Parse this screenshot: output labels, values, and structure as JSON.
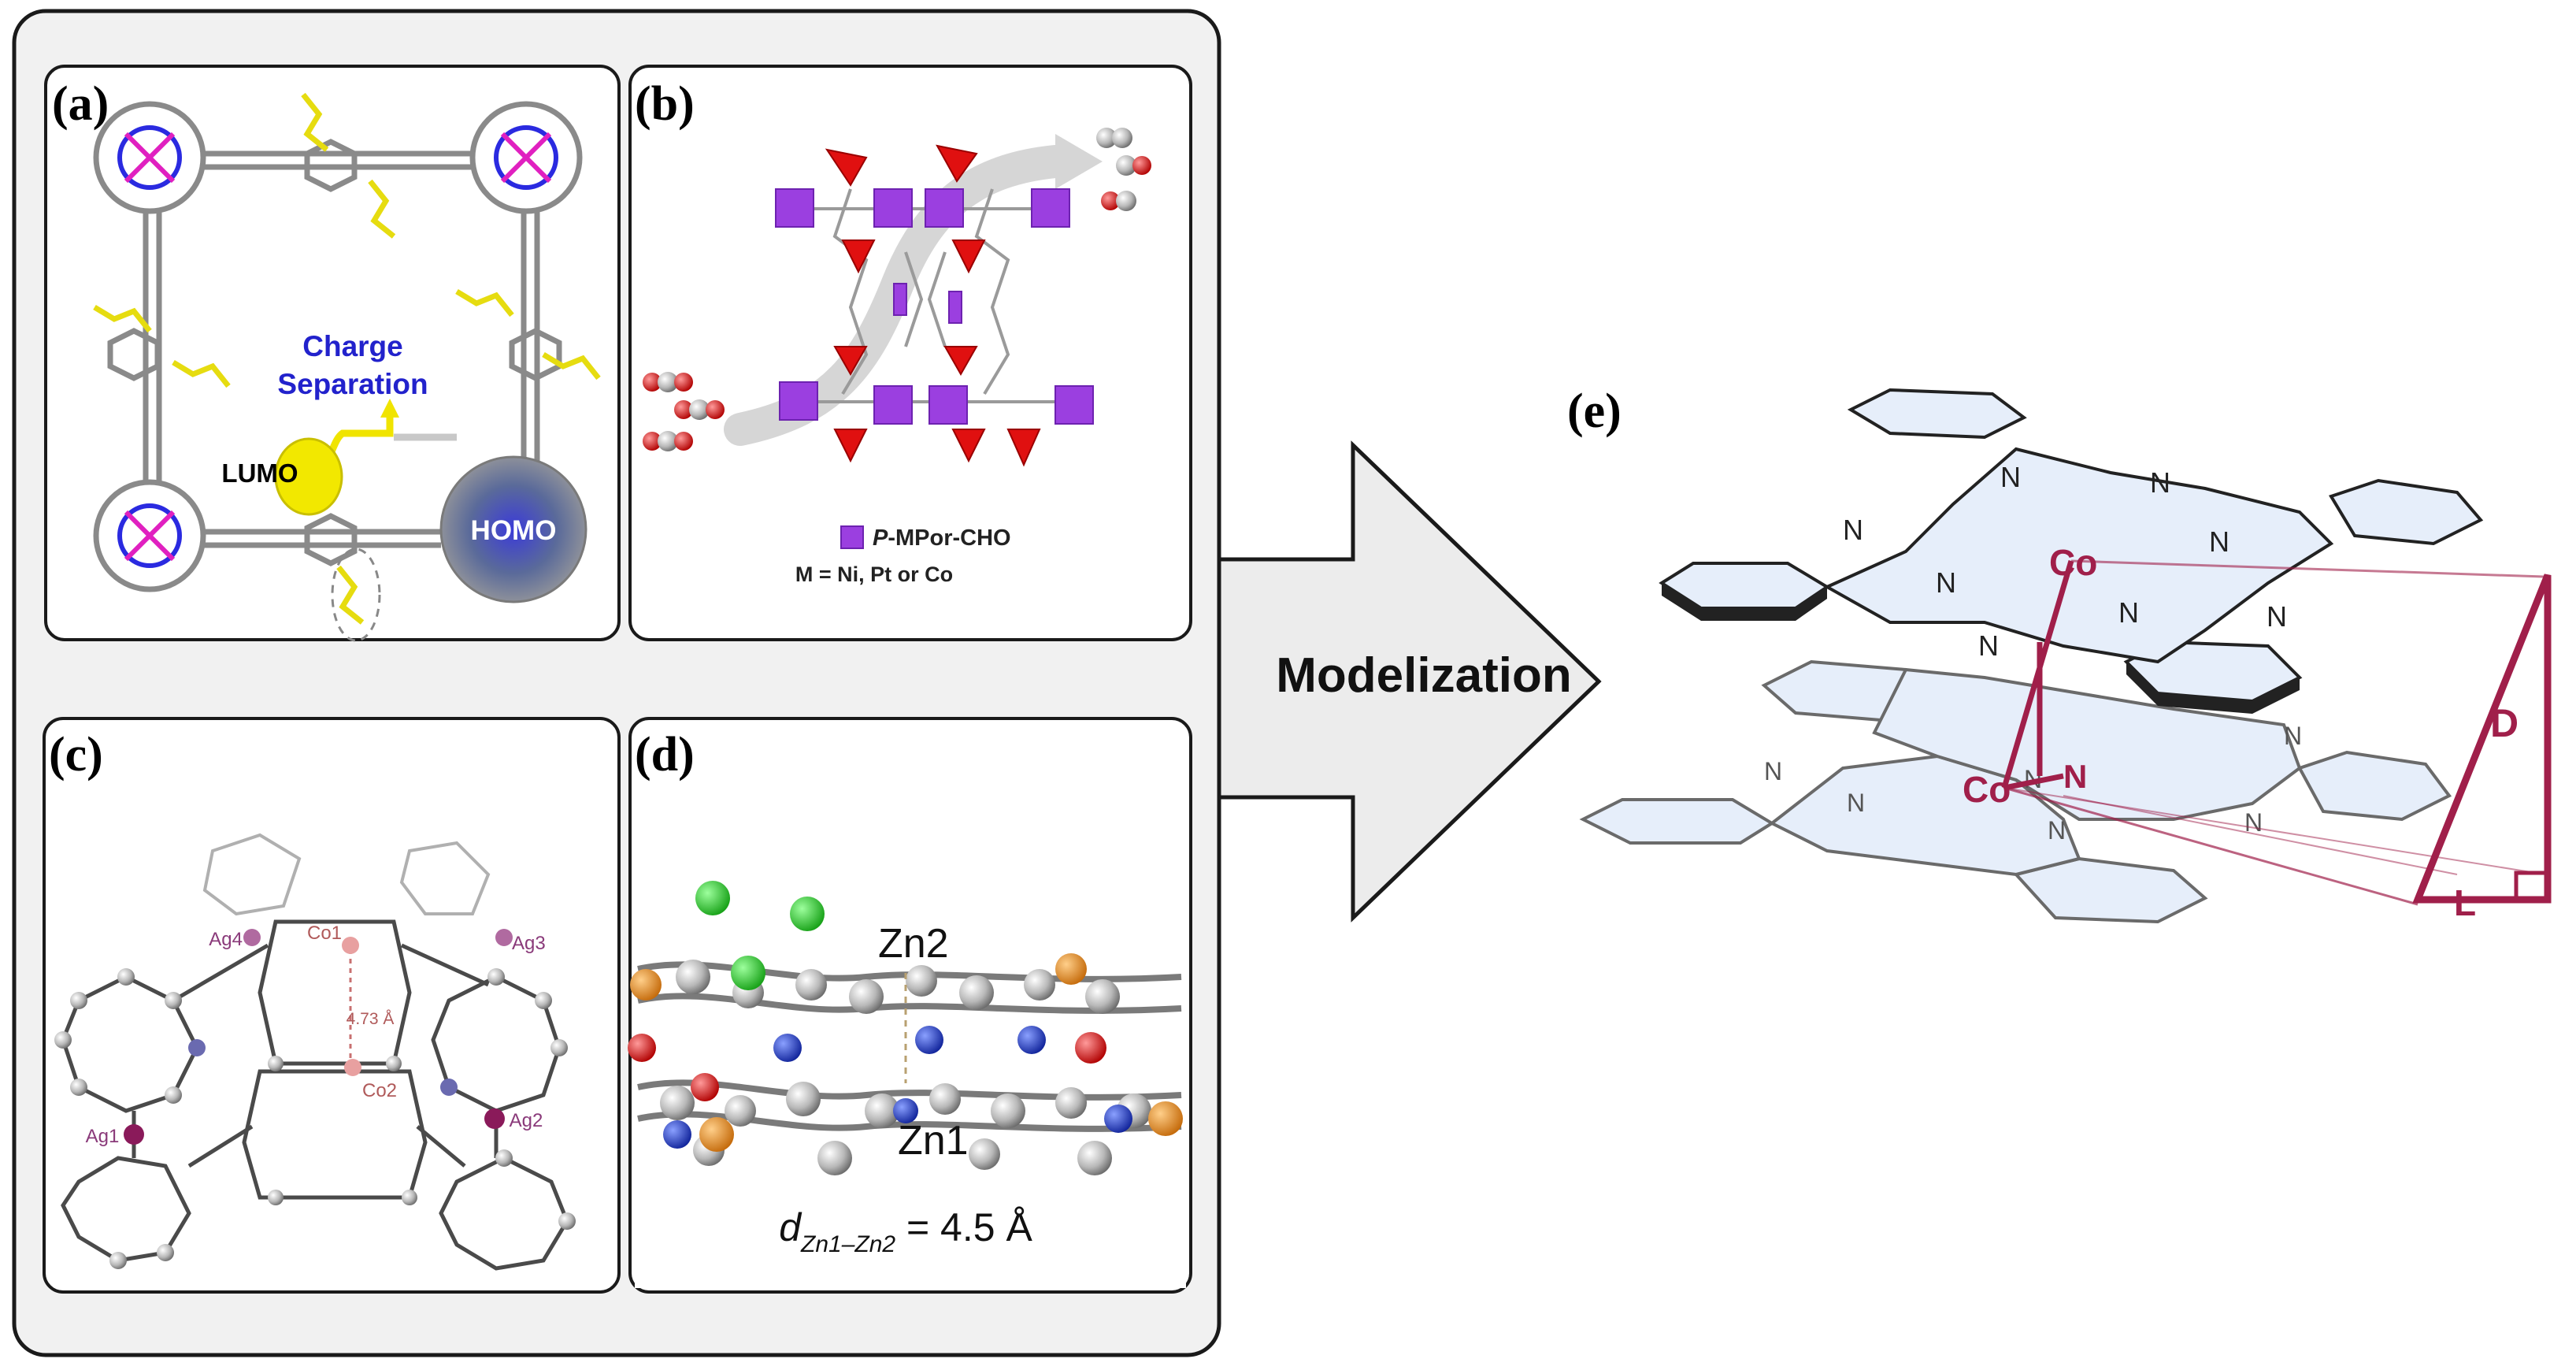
{
  "panels": {
    "a": {
      "label": "(a)",
      "charge_line1": "Charge",
      "charge_line2": "Separation",
      "lumo": "LUMO",
      "homo": "HOMO"
    },
    "b": {
      "label": "(b)",
      "legend_prefix": "P",
      "legend_suffix": "-MPor-CHO",
      "legend_metals": "M = Ni, Pt or Co"
    },
    "c": {
      "label": "(c)",
      "atoms": [
        "Ag4",
        "Co1",
        "Ag3",
        "4.73 Å",
        "Co2",
        "Ag1",
        "Ag2"
      ]
    },
    "d": {
      "label": "(d)",
      "zn2": "Zn2",
      "zn1": "Zn1",
      "dist_d": "d",
      "dist_sub": "Zn1–Zn2",
      "dist_value": " = 4.5 Å"
    },
    "e": {
      "label": "(e)",
      "co_top": "Co",
      "co_bottom": "Co",
      "n_marker": "N",
      "dim_d": "D",
      "dim_l": "L",
      "n_label": "N"
    }
  },
  "arrow": {
    "label": "Modelization"
  },
  "colors": {
    "panel_border": "#1a1a1a",
    "group_bg": "#f1f1f1",
    "accent_crimson": "#a01f4a",
    "charge_blue": "#2222cc",
    "ring_fill": "#e6eefa"
  }
}
